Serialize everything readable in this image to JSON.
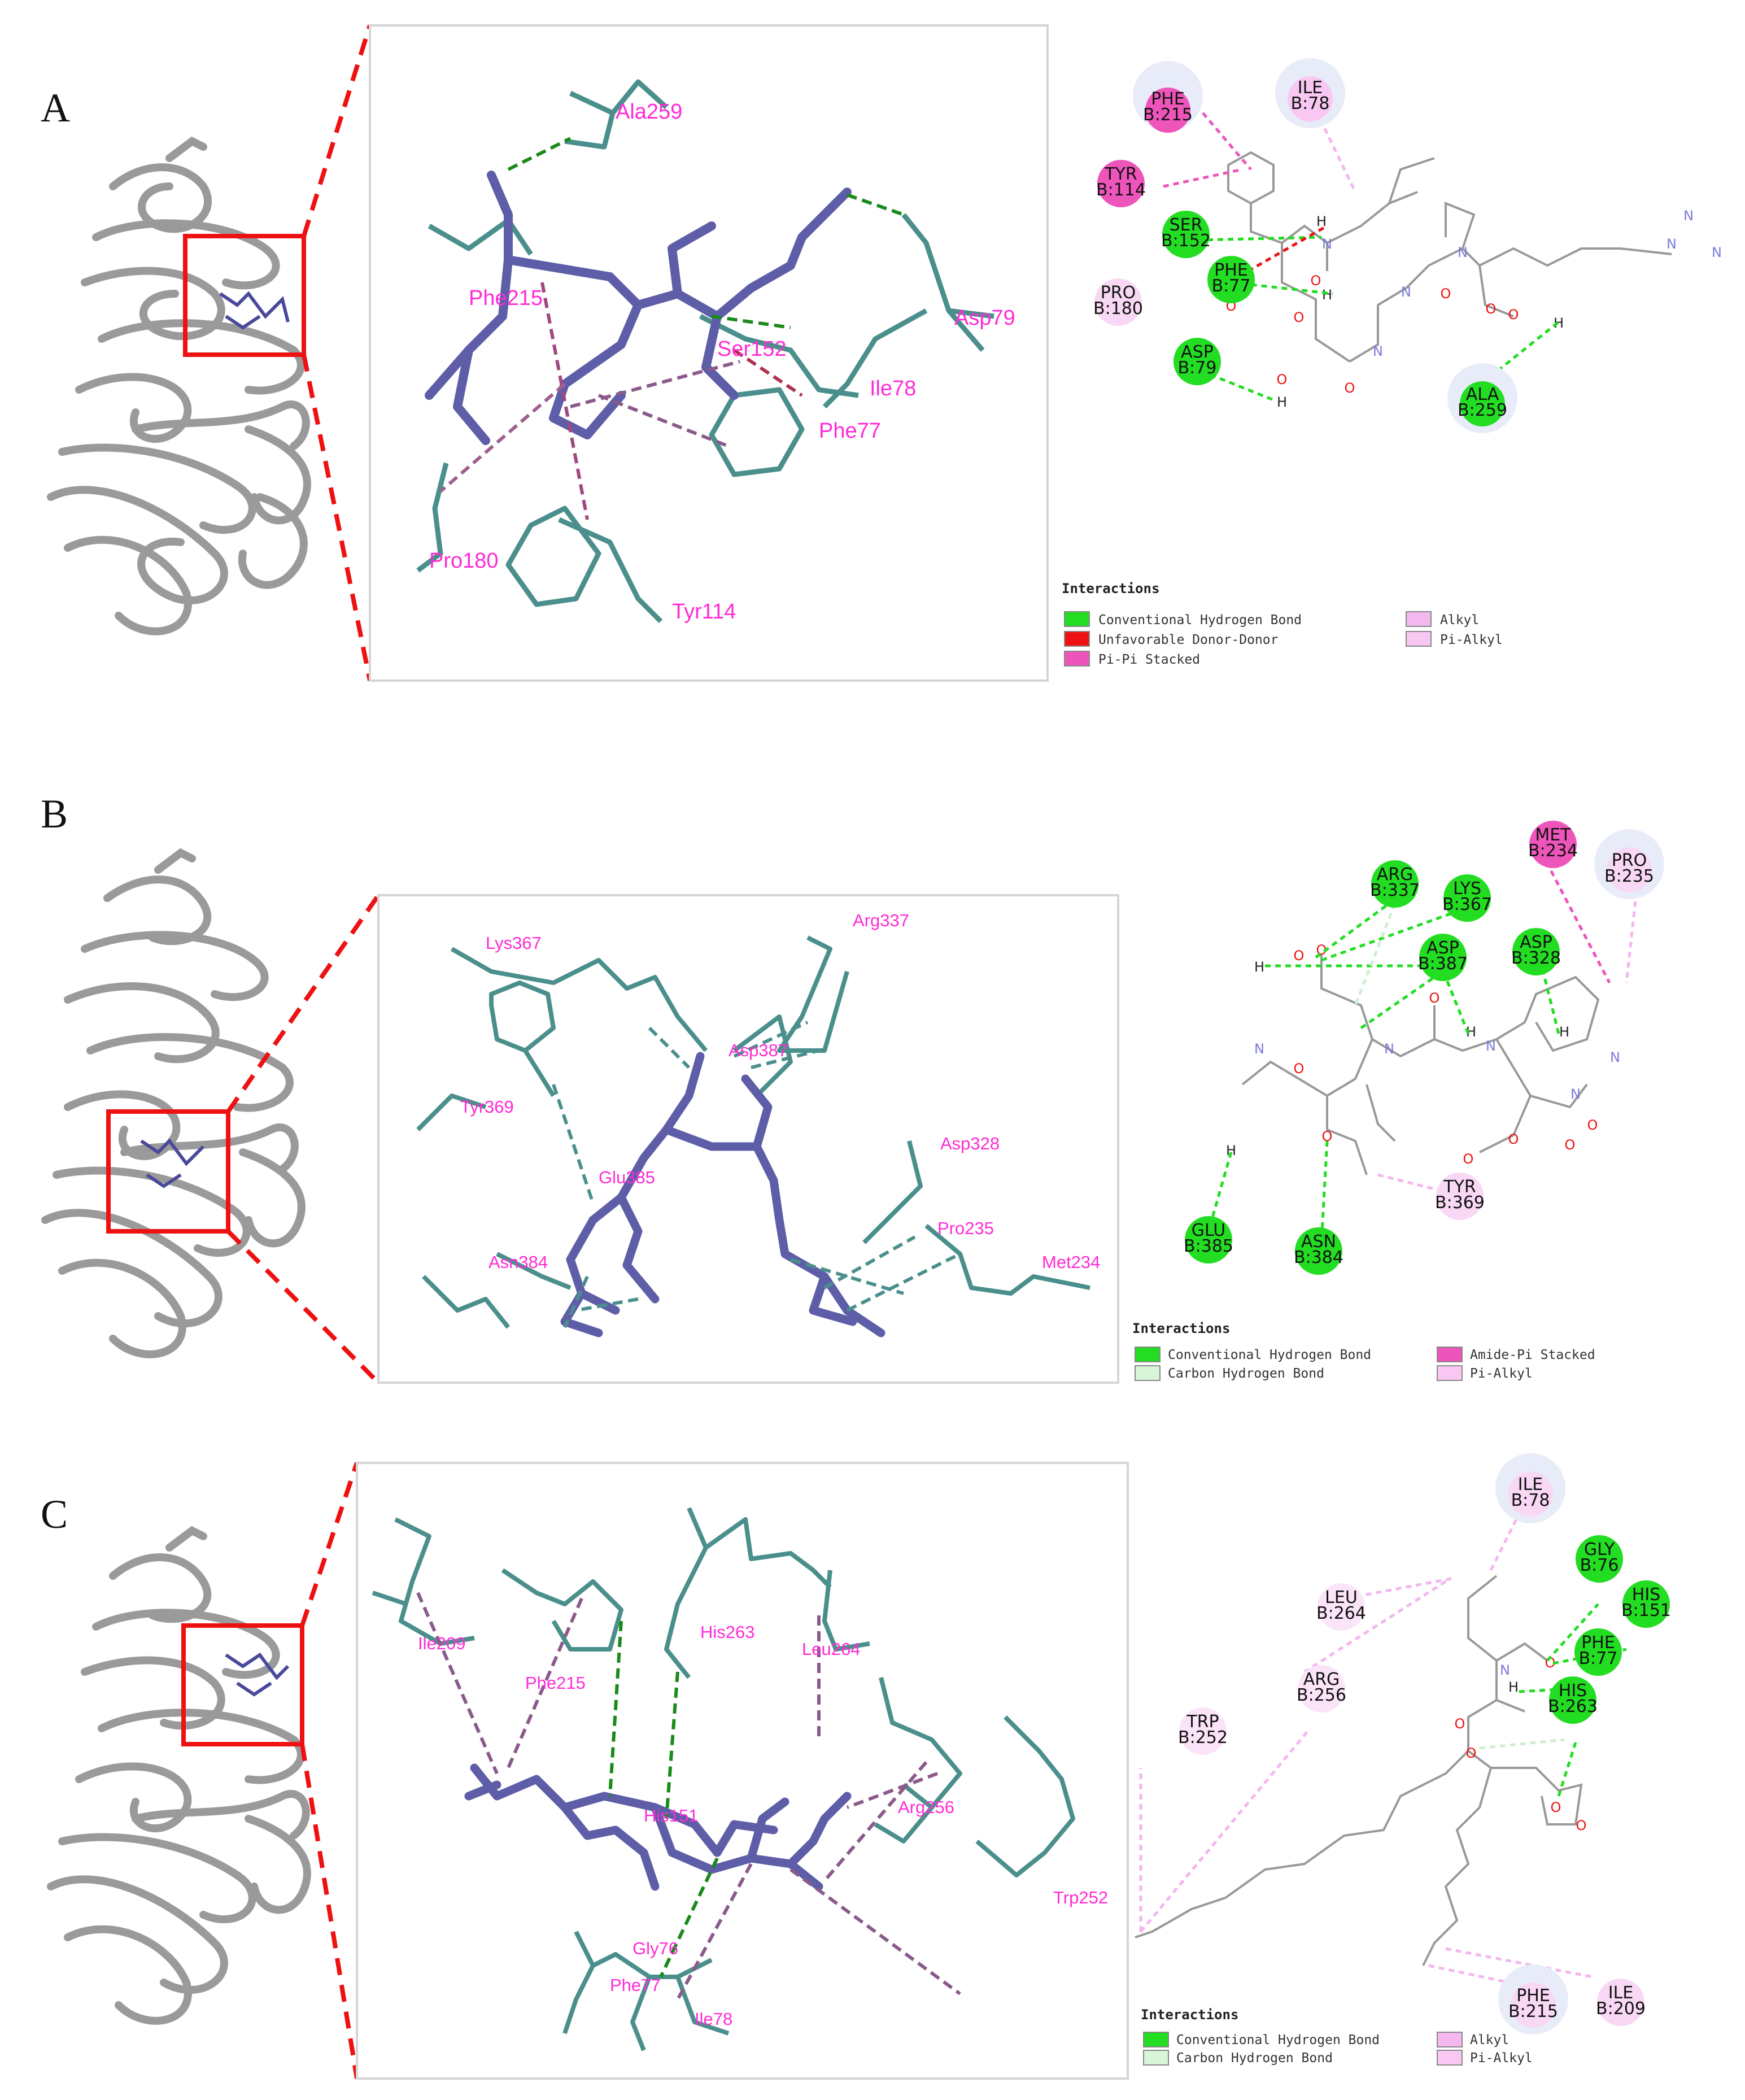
{
  "panels": [
    {
      "label": "A",
      "residues_3d": [
        "Ala259",
        "Phe215",
        "Ser152",
        "Asp79",
        "Ile78",
        "Phe77",
        "Pro180",
        "Tyr114"
      ],
      "nodes": [
        {
          "name": "PHE",
          "num": "B:215",
          "type": "pipi"
        },
        {
          "name": "ILE",
          "num": "B:78",
          "type": "pialkyl"
        },
        {
          "name": "TYR",
          "num": "B:114",
          "type": "pipi"
        },
        {
          "name": "SER",
          "num": "B:152",
          "type": "hbond"
        },
        {
          "name": "PHE",
          "num": "B:77",
          "type": "hbond"
        },
        {
          "name": "PRO",
          "num": "B:180",
          "type": "pialkyl"
        },
        {
          "name": "ASP",
          "num": "B:79",
          "type": "hbond"
        },
        {
          "name": "ALA",
          "num": "B:259",
          "type": "hbond"
        }
      ],
      "legend": {
        "title": "Interactions",
        "items": [
          {
            "label": "Conventional Hydrogen Bond",
            "color": "#22dd22"
          },
          {
            "label": "Unfavorable Donor-Donor",
            "color": "#ee1111"
          },
          {
            "label": "Pi-Pi Stacked",
            "color": "#ee55bb"
          },
          {
            "label": "Alkyl",
            "color": "#f5b8ee"
          },
          {
            "label": "Pi-Alkyl",
            "color": "#f8c8f2"
          }
        ]
      }
    },
    {
      "label": "B",
      "residues_3d": [
        "Lys367",
        "Arg337",
        "Asp387",
        "Tyr369",
        "Asp328",
        "Glu385",
        "Pro235",
        "Asn384",
        "Met234"
      ],
      "nodes": [
        {
          "name": "ARG",
          "num": "B:337",
          "type": "hbond"
        },
        {
          "name": "LYS",
          "num": "B:367",
          "type": "hbond"
        },
        {
          "name": "MET",
          "num": "B:234",
          "type": "amidepi"
        },
        {
          "name": "PRO",
          "num": "B:235",
          "type": "pialkyl"
        },
        {
          "name": "ASP",
          "num": "B:387",
          "type": "hbond"
        },
        {
          "name": "ASP",
          "num": "B:328",
          "type": "hbond"
        },
        {
          "name": "TYR",
          "num": "B:369",
          "type": "pialkyl"
        },
        {
          "name": "GLU",
          "num": "B:385",
          "type": "hbond"
        },
        {
          "name": "ASN",
          "num": "B:384",
          "type": "hbond"
        }
      ],
      "legend": {
        "title": "Interactions",
        "items": [
          {
            "label": "Conventional Hydrogen Bond",
            "color": "#22dd22"
          },
          {
            "label": "Carbon Hydrogen Bond",
            "color": "#d8f5d8"
          },
          {
            "label": "Amide-Pi Stacked",
            "color": "#ee55bb"
          },
          {
            "label": "Pi-Alkyl",
            "color": "#f8c8f2"
          }
        ]
      }
    },
    {
      "label": "C",
      "residues_3d": [
        "Ile209",
        "His263",
        "Phe215",
        "Leu264",
        "His151",
        "Arg256",
        "Trp252",
        "Gly76",
        "Phe77",
        "Ile78"
      ],
      "nodes": [
        {
          "name": "ILE",
          "num": "B:78",
          "type": "pialkyl"
        },
        {
          "name": "GLY",
          "num": "B:76",
          "type": "hbond"
        },
        {
          "name": "HIS",
          "num": "B:151",
          "type": "hbond"
        },
        {
          "name": "LEU",
          "num": "B:264",
          "type": "pialkyl"
        },
        {
          "name": "PHE",
          "num": "B:77",
          "type": "hbond"
        },
        {
          "name": "ARG",
          "num": "B:256",
          "type": "pialkyl"
        },
        {
          "name": "HIS",
          "num": "B:263",
          "type": "hbond"
        },
        {
          "name": "TRP",
          "num": "B:252",
          "type": "pialkyl"
        },
        {
          "name": "PHE",
          "num": "B:215",
          "type": "pialkyl"
        },
        {
          "name": "ILE",
          "num": "B:209",
          "type": "pialkyl"
        }
      ],
      "legend": {
        "title": "Interactions",
        "items": [
          {
            "label": "Conventional Hydrogen Bond",
            "color": "#22dd22"
          },
          {
            "label": "Carbon Hydrogen Bond",
            "color": "#d8f5d8"
          },
          {
            "label": "Alkyl",
            "color": "#f5b8ee"
          },
          {
            "label": "Pi-Alkyl",
            "color": "#f8c8f2"
          }
        ]
      }
    }
  ]
}
